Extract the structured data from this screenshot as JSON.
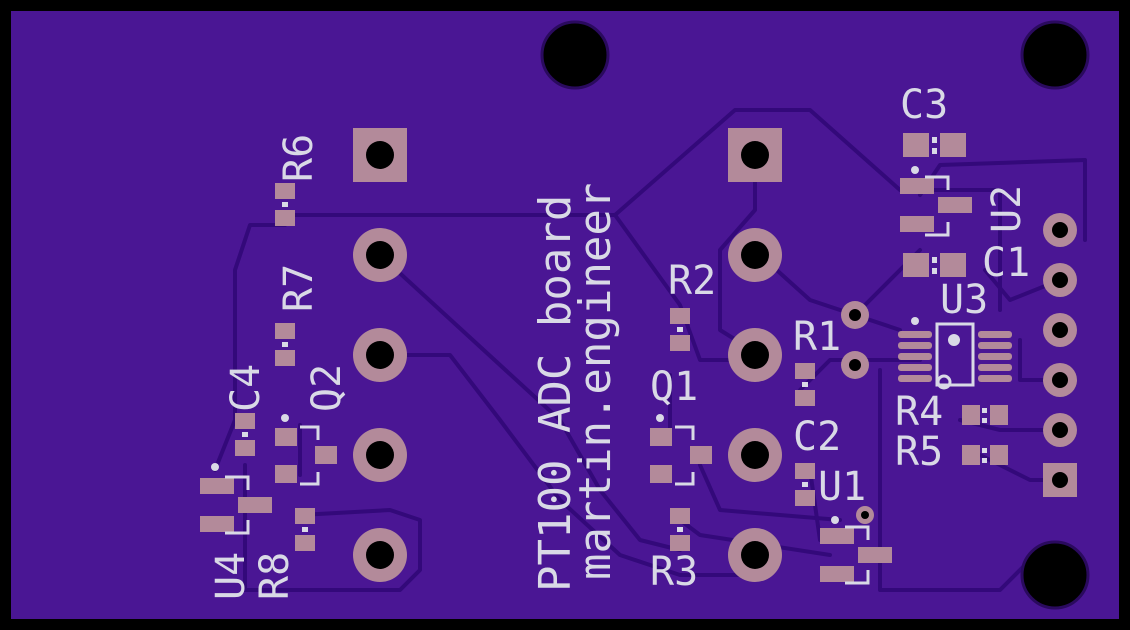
{
  "board": {
    "title": "PT100 ADC board",
    "author": "martin.engineer"
  },
  "designators": {
    "R1": "R1",
    "R2": "R2",
    "R3": "R3",
    "R4": "R4",
    "R5": "R5",
    "R6": "R6",
    "R7": "R7",
    "R8": "R8",
    "C1": "C1",
    "C2": "C2",
    "C3": "C3",
    "C4": "C4",
    "Q1": "Q1",
    "Q2": "Q2",
    "U1": "U1",
    "U2": "U2",
    "U3": "U3",
    "U4": "U4"
  },
  "colors": {
    "outer": "#000000",
    "soldermask": "#4a1694",
    "trace": "#3f0f83",
    "trace_edge": "#2a0a5e",
    "pad": "#b38a9a",
    "silkscreen": "#d9d9e6",
    "hole": "#000000"
  }
}
